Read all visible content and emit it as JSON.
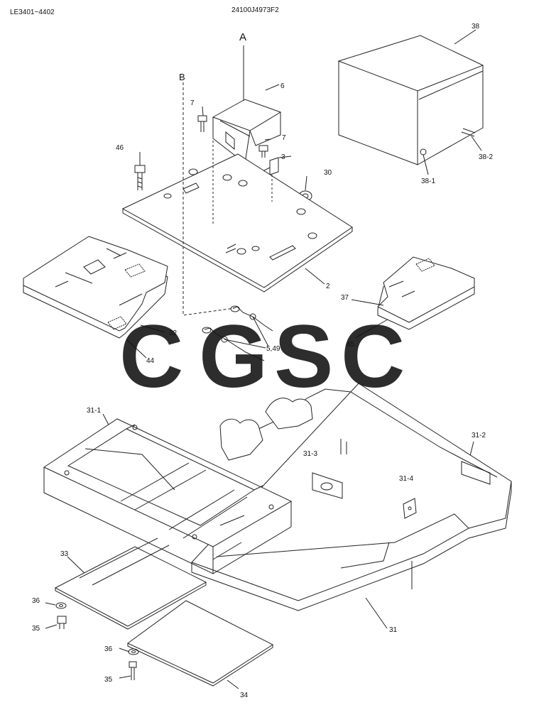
{
  "header": {
    "serial_range": "LE3401~4402",
    "drawing_number": "24100J4973F2"
  },
  "view_markers": [
    "A",
    "B"
  ],
  "part_labels": {
    "p2": "2",
    "p3": "3",
    "p6": "6",
    "p7a": "7",
    "p7b": "7",
    "p30": "30",
    "p31": "31",
    "p31_1": "31-1",
    "p31_2": "31-2",
    "p31_3": "31-3",
    "p31_4": "31-4",
    "p32": "32",
    "p33": "33",
    "p34": "34",
    "p35a": "35",
    "p35b": "35",
    "p36a": "36",
    "p36b": "36",
    "p37": "37",
    "p38": "38",
    "p38_1": "38-1",
    "p38_2": "38-2",
    "p44": "44",
    "p45": "45",
    "p46": "46",
    "p5_49": "5,49"
  },
  "watermark": {
    "letters": [
      "C",
      "G",
      "S",
      "C"
    ],
    "colors": [
      "#6b9ef5",
      "#f08a80",
      "#f8db6a",
      "#6cbf97"
    ]
  }
}
